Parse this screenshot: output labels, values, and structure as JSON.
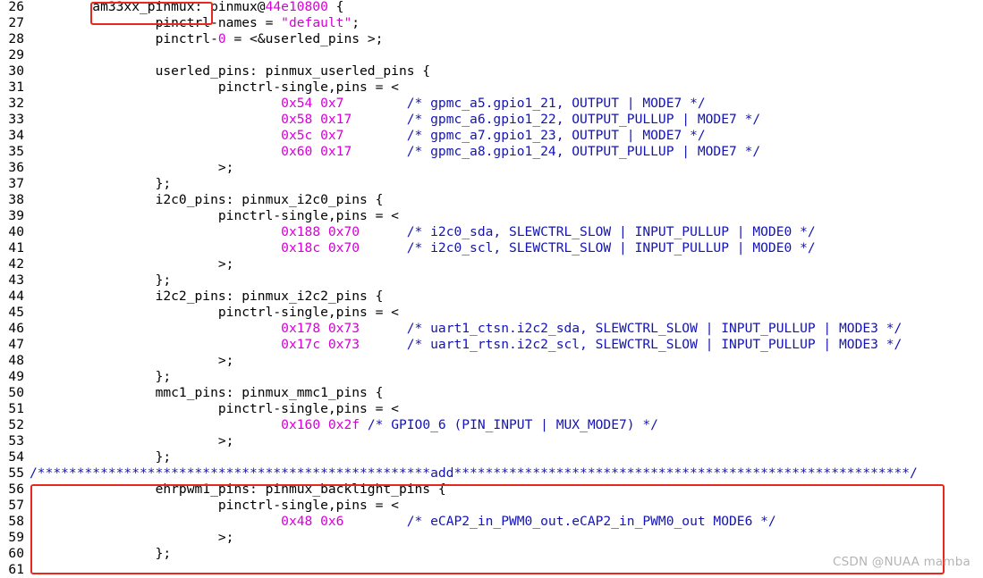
{
  "editor": {
    "lines": [
      {
        "num": "26",
        "segments": [
          {
            "t": "        am33xx_pinmux: pinmux@",
            "c": "text"
          },
          {
            "t": "44e10800",
            "c": "num"
          },
          {
            "t": " {",
            "c": "text"
          }
        ]
      },
      {
        "num": "27",
        "segments": [
          {
            "t": "                pinctrl-names = ",
            "c": "text"
          },
          {
            "t": "\"default\"",
            "c": "str"
          },
          {
            "t": ";",
            "c": "text"
          }
        ]
      },
      {
        "num": "28",
        "segments": [
          {
            "t": "                pinctrl-",
            "c": "text"
          },
          {
            "t": "0",
            "c": "num"
          },
          {
            "t": " = <&userled_pins >;",
            "c": "text"
          }
        ]
      },
      {
        "num": "29",
        "segments": []
      },
      {
        "num": "30",
        "segments": [
          {
            "t": "                userled_pins: pinmux_userled_pins {",
            "c": "text"
          }
        ]
      },
      {
        "num": "31",
        "segments": [
          {
            "t": "                        pinctrl-single,pins = <",
            "c": "text"
          }
        ]
      },
      {
        "num": "32",
        "segments": [
          {
            "t": "                                ",
            "c": "text"
          },
          {
            "t": "0x54 0x7",
            "c": "num"
          },
          {
            "t": "        ",
            "c": "text"
          },
          {
            "t": "/* gpmc_a5.gpio1_21, OUTPUT | MODE7 */",
            "c": "comment"
          }
        ]
      },
      {
        "num": "33",
        "segments": [
          {
            "t": "                                ",
            "c": "text"
          },
          {
            "t": "0x58 0x17",
            "c": "num"
          },
          {
            "t": "       ",
            "c": "text"
          },
          {
            "t": "/* gpmc_a6.gpio1_22, OUTPUT_PULLUP | MODE7 */",
            "c": "comment"
          }
        ]
      },
      {
        "num": "34",
        "segments": [
          {
            "t": "                                ",
            "c": "text"
          },
          {
            "t": "0x5c 0x7",
            "c": "num"
          },
          {
            "t": "        ",
            "c": "text"
          },
          {
            "t": "/* gpmc_a7.gpio1_23, OUTPUT | MODE7 */",
            "c": "comment"
          }
        ]
      },
      {
        "num": "35",
        "segments": [
          {
            "t": "                                ",
            "c": "text"
          },
          {
            "t": "0x60 0x17",
            "c": "num"
          },
          {
            "t": "       ",
            "c": "text"
          },
          {
            "t": "/* gpmc_a8.gpio1_24, OUTPUT_PULLUP | MODE7 */",
            "c": "comment"
          }
        ]
      },
      {
        "num": "36",
        "segments": [
          {
            "t": "                        >;",
            "c": "text"
          }
        ]
      },
      {
        "num": "37",
        "segments": [
          {
            "t": "                };",
            "c": "text"
          }
        ]
      },
      {
        "num": "38",
        "segments": [
          {
            "t": "                i2c0_pins: pinmux_i2c0_pins {",
            "c": "text"
          }
        ]
      },
      {
        "num": "39",
        "segments": [
          {
            "t": "                        pinctrl-single,pins = <",
            "c": "text"
          }
        ]
      },
      {
        "num": "40",
        "segments": [
          {
            "t": "                                ",
            "c": "text"
          },
          {
            "t": "0x188 0x70",
            "c": "num"
          },
          {
            "t": "      ",
            "c": "text"
          },
          {
            "t": "/* i2c0_sda, SLEWCTRL_SLOW | INPUT_PULLUP | MODE0 */",
            "c": "comment"
          }
        ]
      },
      {
        "num": "41",
        "segments": [
          {
            "t": "                                ",
            "c": "text"
          },
          {
            "t": "0x18c 0x70",
            "c": "num"
          },
          {
            "t": "      ",
            "c": "text"
          },
          {
            "t": "/* i2c0_scl, SLEWCTRL_SLOW | INPUT_PULLUP | MODE0 */",
            "c": "comment"
          }
        ]
      },
      {
        "num": "42",
        "segments": [
          {
            "t": "                        >;",
            "c": "text"
          }
        ]
      },
      {
        "num": "43",
        "segments": [
          {
            "t": "                };",
            "c": "text"
          }
        ]
      },
      {
        "num": "44",
        "segments": [
          {
            "t": "                i2c2_pins: pinmux_i2c2_pins {",
            "c": "text"
          }
        ]
      },
      {
        "num": "45",
        "segments": [
          {
            "t": "                        pinctrl-single,pins = <",
            "c": "text"
          }
        ]
      },
      {
        "num": "46",
        "segments": [
          {
            "t": "                                ",
            "c": "text"
          },
          {
            "t": "0x178 0x73",
            "c": "num"
          },
          {
            "t": "      ",
            "c": "text"
          },
          {
            "t": "/* uart1_ctsn.i2c2_sda, SLEWCTRL_SLOW | INPUT_PULLUP | MODE3 */",
            "c": "comment"
          }
        ]
      },
      {
        "num": "47",
        "segments": [
          {
            "t": "                                ",
            "c": "text"
          },
          {
            "t": "0x17c 0x73",
            "c": "num"
          },
          {
            "t": "      ",
            "c": "text"
          },
          {
            "t": "/* uart1_rtsn.i2c2_scl, SLEWCTRL_SLOW | INPUT_PULLUP | MODE3 */",
            "c": "comment"
          }
        ]
      },
      {
        "num": "48",
        "segments": [
          {
            "t": "                        >;",
            "c": "text"
          }
        ]
      },
      {
        "num": "49",
        "segments": [
          {
            "t": "                };",
            "c": "text"
          }
        ]
      },
      {
        "num": "50",
        "segments": [
          {
            "t": "                mmc1_pins: pinmux_mmc1_pins {",
            "c": "text"
          }
        ]
      },
      {
        "num": "51",
        "segments": [
          {
            "t": "                        pinctrl-single,pins = <",
            "c": "text"
          }
        ]
      },
      {
        "num": "52",
        "segments": [
          {
            "t": "                                ",
            "c": "text"
          },
          {
            "t": "0x160 0x2f",
            "c": "num"
          },
          {
            "t": " ",
            "c": "text"
          },
          {
            "t": "/* GPIO0_6 (PIN_INPUT | MUX_MODE7) */",
            "c": "comment"
          }
        ]
      },
      {
        "num": "53",
        "segments": [
          {
            "t": "                        >;",
            "c": "text"
          }
        ]
      },
      {
        "num": "54",
        "segments": [
          {
            "t": "                };",
            "c": "text"
          }
        ]
      },
      {
        "num": "55",
        "segments": [
          {
            "t": "/**************************************************add**********************************************************/",
            "c": "comment"
          }
        ]
      },
      {
        "num": "56",
        "segments": [
          {
            "t": "                ehrpwm1_pins: pinmux_backlight_pins {",
            "c": "text"
          }
        ]
      },
      {
        "num": "57",
        "segments": [
          {
            "t": "                        pinctrl-single,pins = <",
            "c": "text"
          }
        ]
      },
      {
        "num": "58",
        "segments": [
          {
            "t": "                                ",
            "c": "text"
          },
          {
            "t": "0x48 0x6",
            "c": "num"
          },
          {
            "t": "        ",
            "c": "text"
          },
          {
            "t": "/* eCAP2_in_PWM0_out.eCAP2_in_PWM0_out MODE6 */",
            "c": "comment"
          }
        ]
      },
      {
        "num": "59",
        "segments": [
          {
            "t": "                        >;",
            "c": "text"
          }
        ]
      },
      {
        "num": "60",
        "segments": [
          {
            "t": "                };",
            "c": "text"
          }
        ]
      },
      {
        "num": "61",
        "segments": []
      }
    ]
  },
  "colors": {
    "text": "#000000",
    "number": "#d600d6",
    "comment": "#1414b4",
    "highlight_box": "#e8281e"
  },
  "watermark": "CSDN @NUAA mamba"
}
